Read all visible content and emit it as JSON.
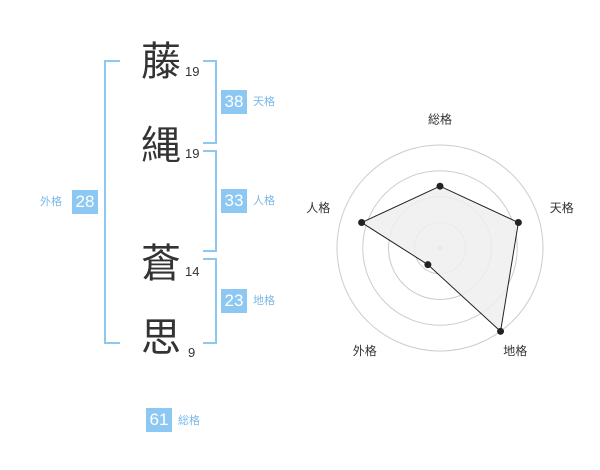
{
  "name_chars": [
    {
      "char": "藤",
      "strokes": "19"
    },
    {
      "char": "縄",
      "strokes": "19"
    },
    {
      "char": "蒼",
      "strokes": "14"
    },
    {
      "char": "思",
      "strokes": "9"
    }
  ],
  "kaku": {
    "tenkaku": {
      "value": "38",
      "label": "天格"
    },
    "jinkaku": {
      "value": "33",
      "label": "人格"
    },
    "chikaku": {
      "value": "23",
      "label": "地格"
    },
    "gaikaku": {
      "value": "28",
      "label": "外格"
    },
    "soukaku": {
      "value": "61",
      "label": "総格"
    }
  },
  "colors": {
    "accent": "#8cc8f2",
    "label": "#7ab8e8",
    "polygon_fill": "#eeeeee",
    "ring": "#cccccc"
  },
  "chart_data": {
    "type": "radar",
    "axes": [
      "総格",
      "天格",
      "地格",
      "外格",
      "人格"
    ],
    "values": [
      3,
      4,
      5,
      1,
      4
    ],
    "rings": 4,
    "max": 5
  }
}
